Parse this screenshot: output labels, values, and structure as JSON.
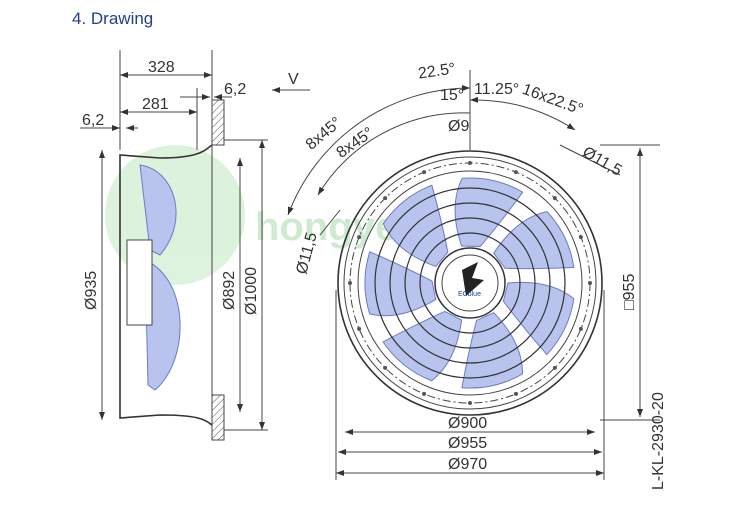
{
  "section_title": "4. Drawing",
  "watermark": "hongye",
  "side_view": {
    "dims": {
      "overall_depth": "328",
      "inner_depth": "281",
      "left_flange": "6,2",
      "right_flange": "6,2",
      "view_marker": "V",
      "dia_935": "Ø935",
      "dia_892": "Ø892",
      "dia_1000": "Ø1000"
    }
  },
  "front_view": {
    "dims": {
      "angle_22_5": "22.5°",
      "angle_15": "15°",
      "angle_11_25": "11.25°",
      "pattern_16x": "16x22.5°",
      "pattern_8x_outer": "8x45°",
      "pattern_8x_inner": "8x45°",
      "hole_9": "Ø9",
      "hole_11_5_right": "Ø11,5",
      "hole_11_5_left": "Ø11,5",
      "square_955": "□955",
      "dia_900": "Ø900",
      "dia_955": "Ø955",
      "dia_970": "Ø970"
    },
    "hub_label": "ECblue",
    "drawing_number": "L-KL-2930-20"
  },
  "colors": {
    "title": "#1f3f8f",
    "blade": "#b8c4ee",
    "watermark": "#8fd08f"
  }
}
